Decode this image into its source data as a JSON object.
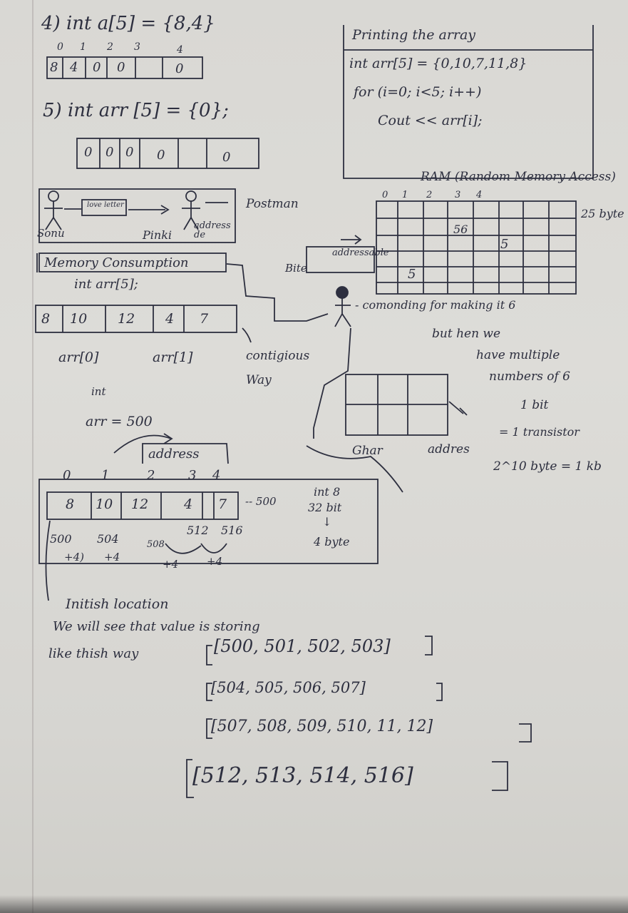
{
  "sec4": {
    "head": "4) int a[5] = {8,4}",
    "idx": [
      "0",
      "1",
      "2",
      "3",
      "4"
    ],
    "cells": [
      "8",
      "4",
      "0",
      "0",
      "0"
    ]
  },
  "sec5": {
    "head": "5) int arr [5] = {0};",
    "cells": [
      "0",
      "0",
      "0",
      "0",
      "0"
    ]
  },
  "printing": {
    "title": "Printing the array",
    "l1": "int arr[5] = {0,10,7,11,8}",
    "l2": "for (i=0; i<5; i++)",
    "l3": "Cout << arr[i];"
  },
  "postman": {
    "letter": "love letter",
    "sonu": "Sonu",
    "pinki": "Pinki",
    "address": "address de",
    "postman": "Postman"
  },
  "ram": {
    "title": "RAM (Random Memory Access)",
    "idx": [
      "0",
      "1",
      "2",
      "3",
      "4"
    ],
    "bytes": "25 byte",
    "v56": "56",
    "v5a": "5",
    "v5b": "5",
    "addressable": "addressable",
    "bite": "Bite"
  },
  "memory": {
    "title": "Memory Consumption",
    "decl": "int arr[5];",
    "cells": [
      "8",
      "10",
      "12",
      "4",
      "7"
    ],
    "a0": "arr[0]",
    "a1": "arr[1]",
    "contig": "contigious Way",
    "int": "int",
    "arr500": "arr = 500"
  },
  "commanding": {
    "l1": "- comonding for making it 6",
    "l2": "but hen we",
    "l3": "have multiple",
    "l4": "numbers of 6",
    "bit": "1 bit",
    "trans": "= 1 transistor",
    "kb": "2^10 byte = 1 kb",
    "ghar": "Ghar",
    "addres": "addres"
  },
  "addr": {
    "title": "address",
    "idx": [
      "0",
      "1",
      "2",
      "3",
      "4"
    ],
    "cells": [
      "8",
      "10",
      "12",
      "4",
      "7"
    ],
    "arrow500": "-- 500",
    "int8": "int 8",
    "bits": "32 bit",
    "down": "↓",
    "byte4": "4 byte",
    "a500": "500",
    "a504": "504",
    "a508": "508",
    "a512": "512",
    "a516": "516",
    "p4a": "+4)",
    "p4b": "+4",
    "p4c": "+4",
    "p4d": "+4"
  },
  "notes": {
    "l1": "Initish location",
    "l2": "We will see that value is storing",
    "l3": "like thish way",
    "r1": "[500, 501, 502, 503]",
    "r2": "[504, 505, 506, 507]",
    "r3": "[507, 508, 509, 510, 11, 12]",
    "r4": "[512, 513, 514, 516]"
  }
}
